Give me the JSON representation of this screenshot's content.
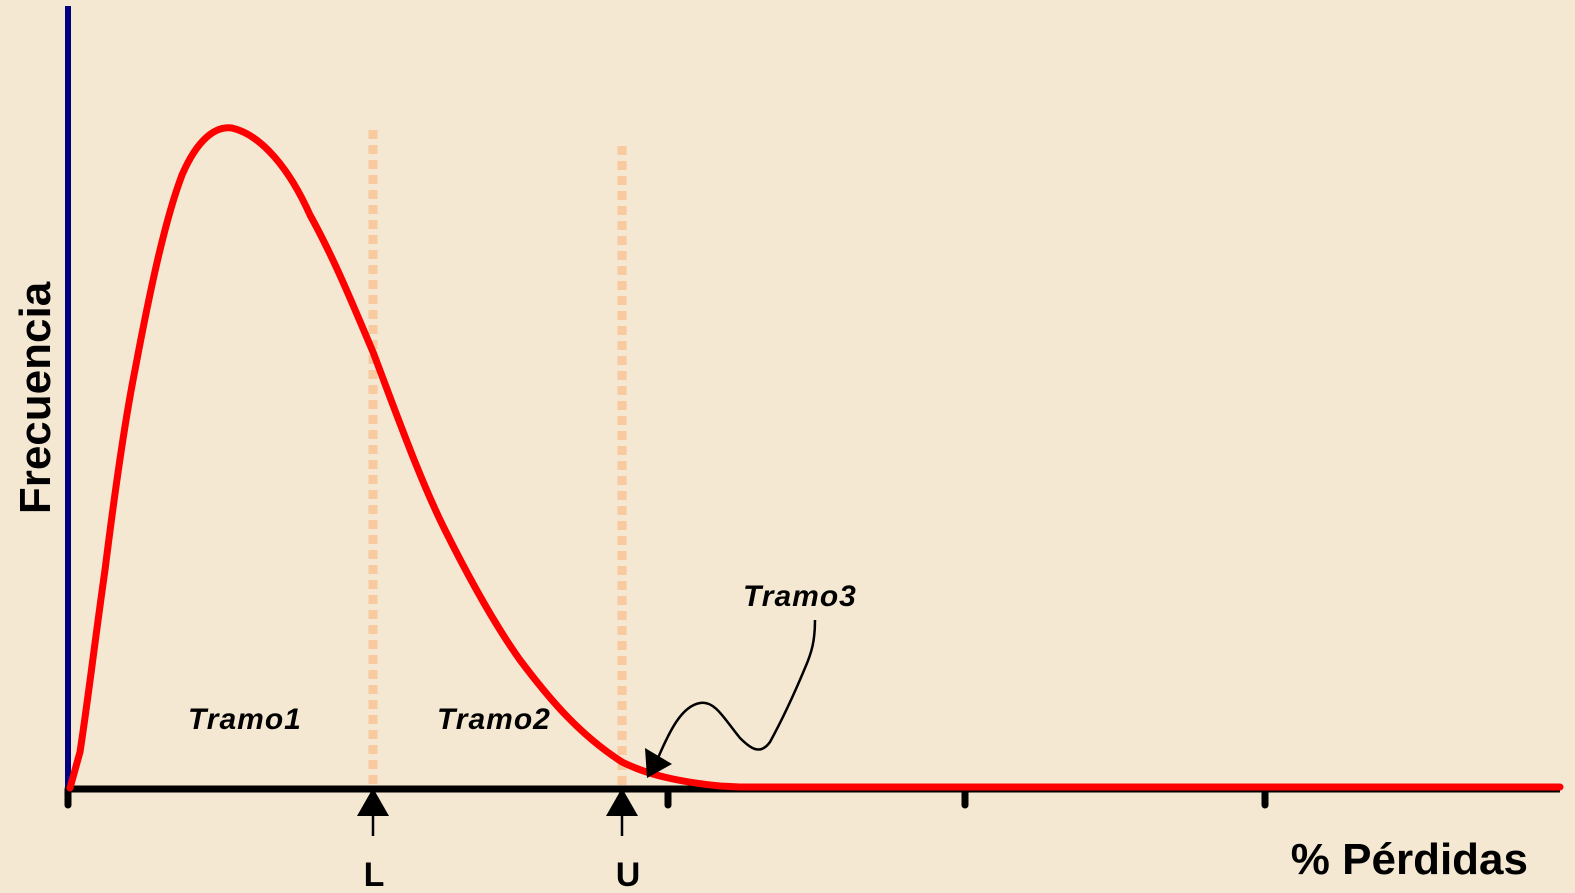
{
  "y_axis_label": "Frecuencia",
  "x_axis_label": "% Pérdidas",
  "thresholds": [
    {
      "label": "L"
    },
    {
      "label": "U"
    }
  ],
  "regions": [
    {
      "label": "Tramo1"
    },
    {
      "label": "Tramo2"
    },
    {
      "label": "Tramo3"
    }
  ],
  "colors": {
    "background": "#F4E8D2",
    "curve": "#FF0000",
    "y_axis": "#000080",
    "x_axis": "#000000",
    "threshold_lines": "#F9C9A0",
    "text": "#000000"
  },
  "icons": [
    "up-arrow-icon",
    "callout-arrow-icon"
  ]
}
